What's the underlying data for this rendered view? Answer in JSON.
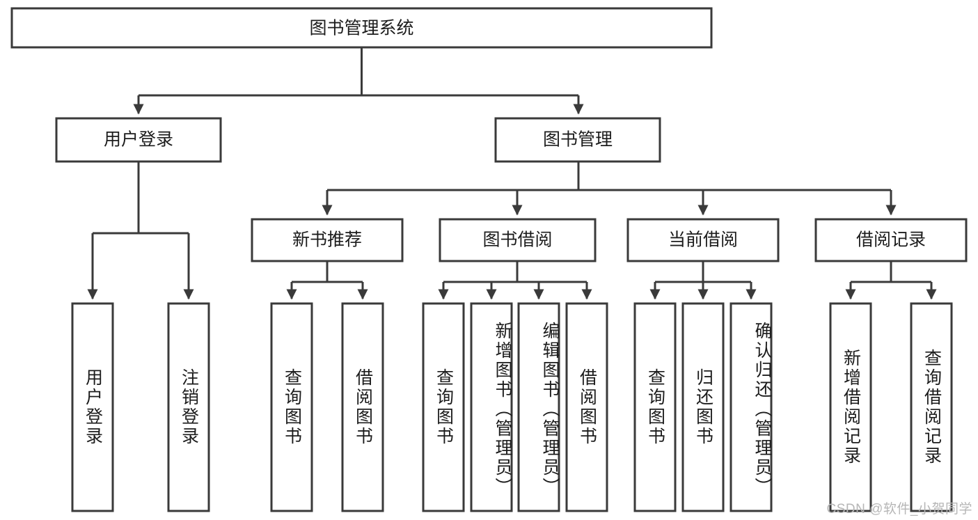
{
  "diagram": {
    "type": "tree-hierarchy-chart",
    "title": "图书管理系统",
    "background_color": "#ffffff",
    "line_color": "#3a3a3a",
    "box_fill": "#ffffff",
    "text_color": "#1c1c1c",
    "root": {
      "label": "图书管理系统"
    },
    "level2": [
      {
        "label": "用户登录"
      },
      {
        "label": "图书管理"
      }
    ],
    "level3": [
      {
        "label": "新书推荐"
      },
      {
        "label": "图书借阅"
      },
      {
        "label": "当前借阅"
      },
      {
        "label": "借阅记录"
      }
    ],
    "leaves": {
      "user_login": [
        {
          "label": "用户登录"
        },
        {
          "label": "注销登录"
        }
      ],
      "new_book_recommend": [
        {
          "label": "查询图书"
        },
        {
          "label": "借阅图书"
        }
      ],
      "book_borrow": [
        {
          "label": "查询图书"
        },
        {
          "label": "新增图书（管理员）"
        },
        {
          "label": "编辑图书（管理员）"
        },
        {
          "label": "借阅图书"
        }
      ],
      "current_borrow": [
        {
          "label": "查询图书"
        },
        {
          "label": "归还图书"
        },
        {
          "label": "确认归还（管理员）"
        }
      ],
      "borrow_records": [
        {
          "label": "新增借阅记录"
        },
        {
          "label": "查询借阅记录"
        }
      ]
    },
    "watermark": "CSDN @软件_小贺同学"
  }
}
